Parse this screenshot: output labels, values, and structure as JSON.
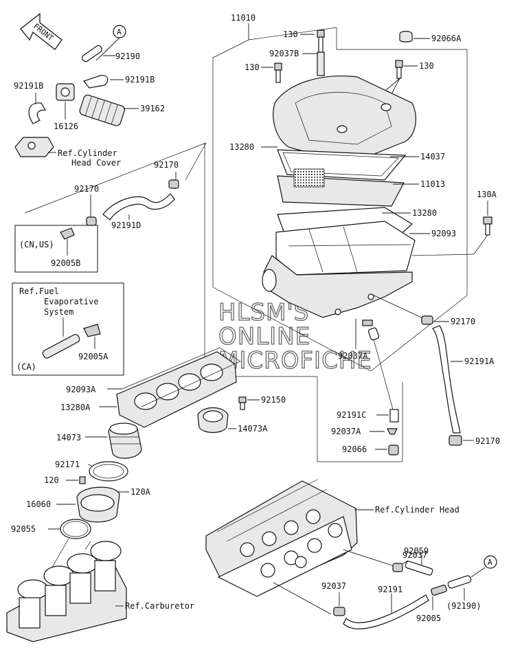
{
  "labels": {
    "front": "FRONT",
    "ref_a_top": "A",
    "ref_a_bottom": "A",
    "p92190": "92190",
    "p92191B_left": "92191B",
    "p92191B_right": "92191B",
    "p39162": "39162",
    "p16126": "16126",
    "ref_cyl_head_cover_1": "Ref.Cylinder",
    "ref_cyl_head_cover_2": "Head Cover",
    "p92170_top": "92170",
    "p92170_mid": "92170",
    "p92191D": "92191D",
    "cn_us": "(CN,US)",
    "p92005B": "92005B",
    "ref_fuel_1": "Ref.Fuel",
    "ref_fuel_2": "Evaporative",
    "ref_fuel_3": "System",
    "p92005A": "92005A",
    "ca": "(CA)",
    "p11010": "11010",
    "p130_top": "130",
    "p92037B": "92037B",
    "p130_left": "130",
    "p92066A": "92066A",
    "p130_right": "130",
    "p13280_top": "13280",
    "p14037": "14037",
    "p11013": "11013",
    "p13280_mid": "13280",
    "p92093": "92093",
    "p130A": "130A",
    "p92170_right": "92170",
    "p92037A_mid": "92037A",
    "p92191A": "92191A",
    "p92093A": "92093A",
    "p13280A": "13280A",
    "p92150": "92150",
    "p14073": "14073",
    "p14073A": "14073A",
    "p92191C": "92191C",
    "p92037A_low": "92037A",
    "p92066": "92066",
    "p92170_low": "92170",
    "p92171": "92171",
    "p120": "120",
    "p120A": "120A",
    "p16060": "16060",
    "p92055": "92055",
    "ref_cyl_head": "Ref.Cylinder Head",
    "p92037_top": "92037",
    "p92059": "92059",
    "p92037_bot": "92037",
    "p92191": "92191",
    "p92190_paren": "(92190)",
    "p92005": "92005",
    "ref_carb": "Ref.Carburetor"
  },
  "watermark": {
    "line1": "HLSM'S",
    "line2": "ONLINE",
    "line3": "MICROFICHE"
  }
}
